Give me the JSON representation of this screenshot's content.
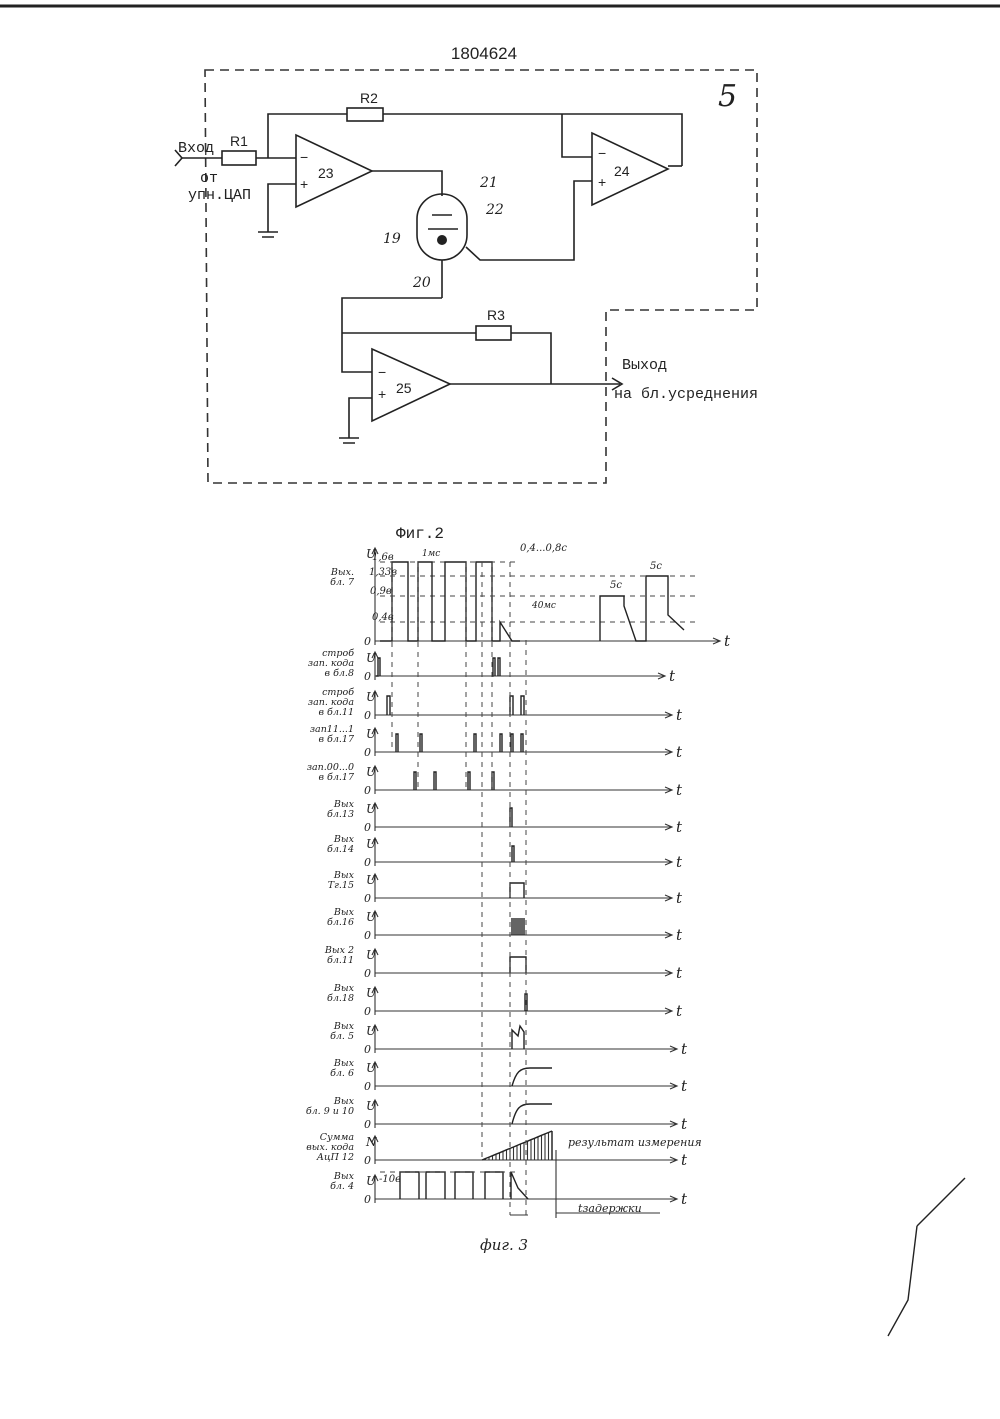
{
  "document": {
    "patent_number": "1804624"
  },
  "figure2": {
    "caption": "Фиг.2",
    "block_number": "5",
    "input_label_line1": "Вход",
    "input_label_line2": "от",
    "input_label_line3": "упн.ЦАП",
    "output_label_line1": "Выход",
    "output_label_line2": "на бл.усреднения",
    "resistors": [
      "R1",
      "R2",
      "R3"
    ],
    "amplifiers": [
      "23",
      "24",
      "25"
    ],
    "tube_refs": [
      "21",
      "22",
      "19",
      "20"
    ],
    "op_minus": "−",
    "op_plus": "+"
  },
  "figure3": {
    "caption": "фиг. 3",
    "axis_u": "U",
    "axis_n": "N",
    "axis_t": "t",
    "zero": "0",
    "levels": [
      "1,6в",
      "1,33в",
      "0,9в",
      "0,4в"
    ],
    "level_minus10": "-10в",
    "annotation_time1": "0,4...0,8с",
    "annotation_time2": "1мс",
    "annotation_40ms": "40мс",
    "annotation_5c_a": "5с",
    "annotation_5c_b": "5с",
    "result_label": "результат измерения",
    "delay_label": "tзадержки",
    "rows": [
      {
        "l1": "Вых.",
        "l2": "бл. 7"
      },
      {
        "l1": "строб",
        "l2": "зап. кода",
        "l3": "в бл.8"
      },
      {
        "l1": "строб",
        "l2": "зап. кода",
        "l3": "в бл.11"
      },
      {
        "l1": "зап11...1",
        "l2": "в бл.17"
      },
      {
        "l1": "зап.00...0",
        "l2": "в бл.17"
      },
      {
        "l1": "Вых",
        "l2": "бл.13"
      },
      {
        "l1": "Вых",
        "l2": "бл.14"
      },
      {
        "l1": "Вых",
        "l2": "Тг.15"
      },
      {
        "l1": "Вых",
        "l2": "бл.16"
      },
      {
        "l1": "Вых 2",
        "l2": "бл.11"
      },
      {
        "l1": "Вых",
        "l2": "бл.18"
      },
      {
        "l1": "Вых",
        "l2": "бл. 5"
      },
      {
        "l1": "Вых",
        "l2": "бл. 6"
      },
      {
        "l1": "Вых",
        "l2": "бл. 9 и 10"
      },
      {
        "l1": "Сумма",
        "l2": "вых. кода",
        "l3": "АцП 12"
      },
      {
        "l1": "Вых",
        "l2": "бл. 4"
      }
    ]
  }
}
